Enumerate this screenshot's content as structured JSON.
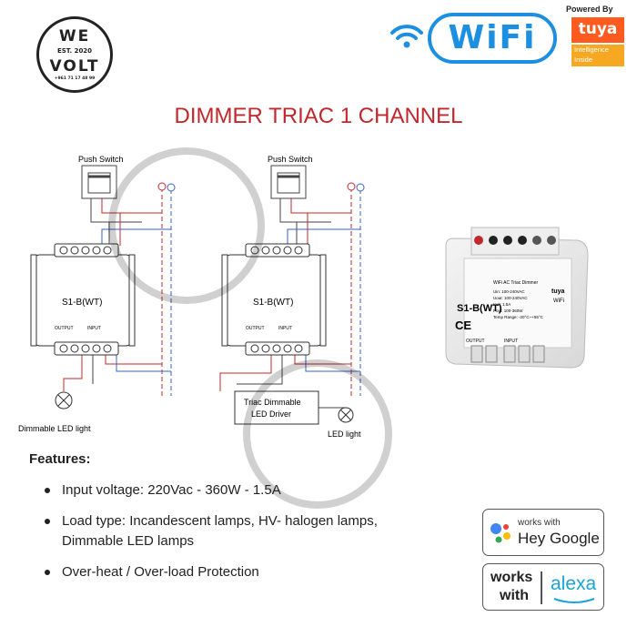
{
  "logo": {
    "line1": "WE",
    "line2": "EST. 2020",
    "line3": "VOLT",
    "phone": "+961 71 17 48 99"
  },
  "wifi": {
    "text": "WiFi",
    "icon": "wifi-icon"
  },
  "tuya": {
    "powered": "Powered By",
    "brand": "tuya",
    "sub1": "Intelligence",
    "sub2": "Inside"
  },
  "title": "DIMMER TRIAC 1 CHANNEL",
  "diagram": {
    "push_switch": "Push Switch",
    "module": "S1-B(WT)",
    "output": "OUTPUT",
    "input": "INPUT",
    "led_light": "Dimmable LED light",
    "driver_line1": "Triac Dimmable",
    "driver_line2": "LED Driver",
    "led_light_2": "LED light"
  },
  "device": {
    "model": "S1-B(WT)",
    "name": "WiFi AC Triac Dimmer",
    "specs": [
      "Uin: 100-240VAC",
      "Uout: 100-240VAC",
      "Iout: 1.5A",
      "Pout: 100-360W",
      "Temp Range: -20°C~+55°C"
    ],
    "ce": "CE",
    "output": "OUTPUT",
    "input": "INPUT",
    "brand": "tuya",
    "wifi": "WiFi"
  },
  "features": {
    "heading": "Features:",
    "items": [
      "Input voltage: 220Vac - 360W - 1.5A",
      "Load type: Incandescent lamps, HV- halogen lamps, Dimmable LED lamps",
      "Over-heat / Over-load Protection"
    ]
  },
  "google": {
    "small": "works with",
    "big": "Hey Google"
  },
  "alexa": {
    "line1": "works",
    "line2": "with",
    "brand": "alexa"
  },
  "colors": {
    "title": "#c0282d",
    "wifi": "#1d8fe0",
    "tuya": "#ff5a1f",
    "tuya_inside": "#f7a823",
    "alexa": "#1aa4d8"
  }
}
